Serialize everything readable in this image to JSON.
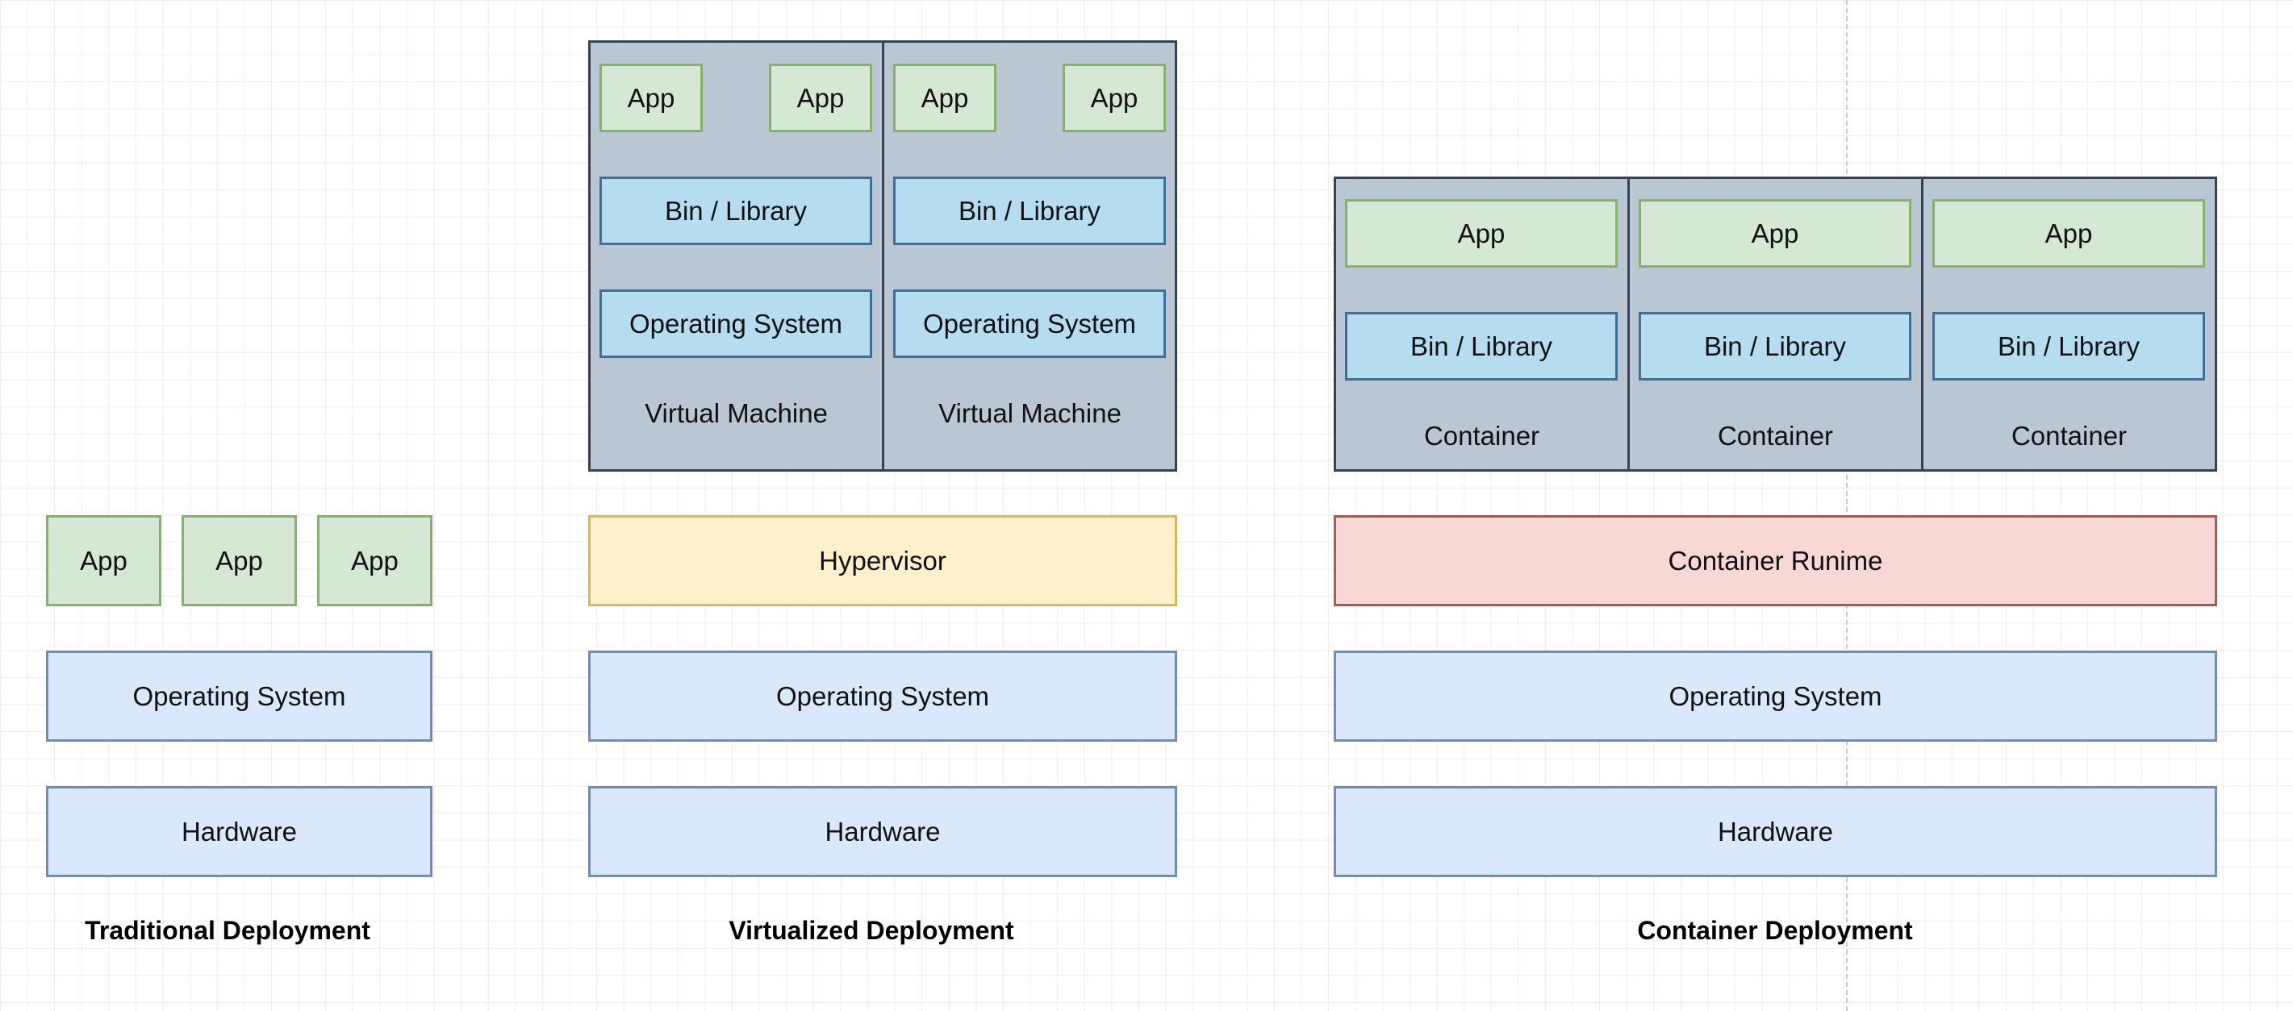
{
  "traditional": {
    "apps": [
      "App",
      "App",
      "App"
    ],
    "os": "Operating System",
    "hardware": "Hardware",
    "caption": "Traditional Deployment"
  },
  "virtualized": {
    "vms": [
      {
        "apps": [
          "App",
          "App"
        ],
        "bin": "Bin / Library",
        "os": "Operating System",
        "label": "Virtual Machine"
      },
      {
        "apps": [
          "App",
          "App"
        ],
        "bin": "Bin / Library",
        "os": "Operating System",
        "label": "Virtual Machine"
      }
    ],
    "hypervisor": "Hypervisor",
    "os": "Operating System",
    "hardware": "Hardware",
    "caption": "Virtualized Deployment"
  },
  "container": {
    "containers": [
      {
        "app": "App",
        "bin": "Bin / Library",
        "label": "Container"
      },
      {
        "app": "App",
        "bin": "Bin / Library",
        "label": "Container"
      },
      {
        "app": "App",
        "bin": "Bin / Library",
        "label": "Container"
      }
    ],
    "runtime": "Container Runime",
    "os": "Operating System",
    "hardware": "Hardware",
    "caption": "Container Deployment"
  },
  "colors": {
    "app_fill": "#d5e8d4",
    "app_stroke": "#82b366",
    "bin_fill": "#b6dcef",
    "bin_stroke": "#3d6f99",
    "layer_fill": "#dae8fc",
    "layer_stroke": "#6c8ebf",
    "hypervisor_fill": "#fcf1cc",
    "hypervisor_stroke": "#dab755",
    "runtime_fill": "#f7d8d5",
    "runtime_stroke": "#b85450",
    "frame_fill": "#bac6d2",
    "frame_stroke": "#314354"
  }
}
